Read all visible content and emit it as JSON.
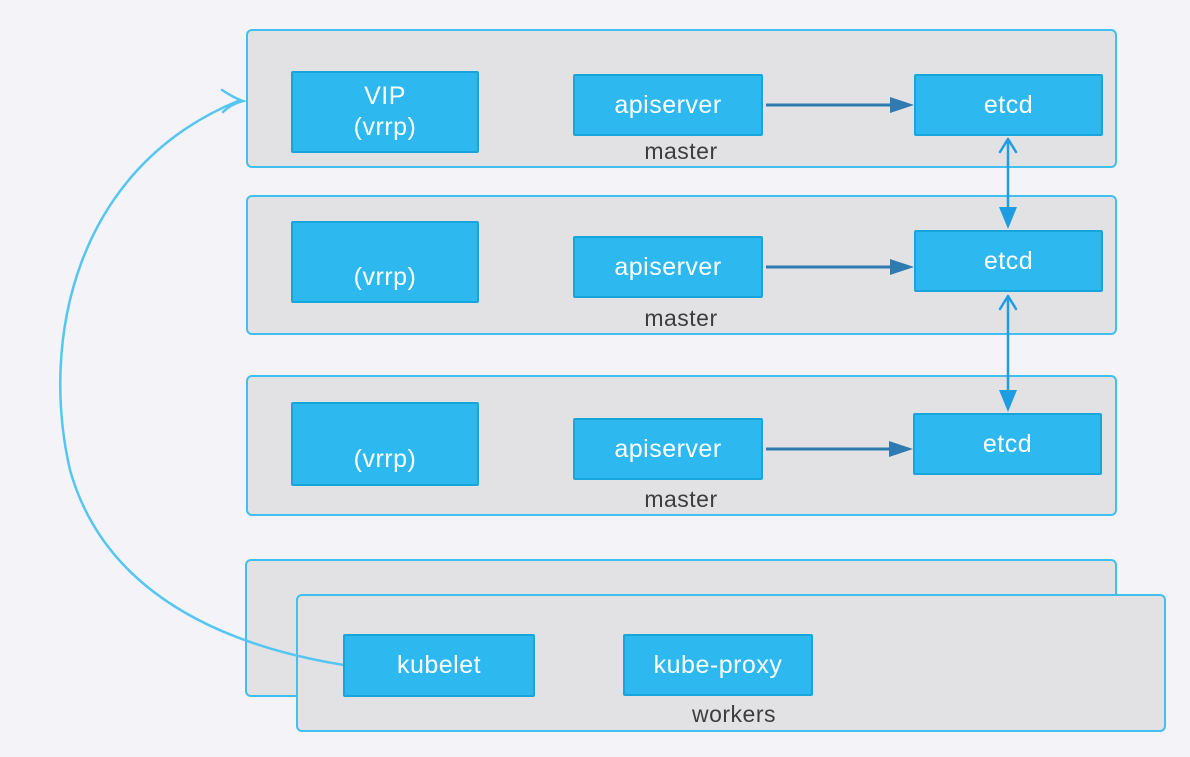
{
  "masters": [
    {
      "node_label": "master",
      "vip": {
        "line1": "VIP",
        "line2": "(vrrp)"
      },
      "apiserver": "apiserver",
      "etcd": "etcd"
    },
    {
      "node_label": "master",
      "vip": {
        "line1": "",
        "line2": "(vrrp)"
      },
      "apiserver": "apiserver",
      "etcd": "etcd"
    },
    {
      "node_label": "master",
      "vip": {
        "line1": "",
        "line2": "(vrrp)"
      },
      "apiserver": "apiserver",
      "etcd": "etcd"
    }
  ],
  "workers": {
    "node_label": "workers",
    "kubelet": "kubelet",
    "kube_proxy": "kube-proxy"
  },
  "colors": {
    "background": "#f3f3f8",
    "container_fill": "#e2e2e5",
    "container_border": "#41bff0",
    "box_fill": "#2db9f0",
    "box_border": "#17a5de",
    "box_text": "#ffffff",
    "label_text": "#3d3d3d",
    "arrow_api_etcd": "#2e7bb2",
    "arrow_etcd_sync": "#1f9de2",
    "arrow_kubelet_vip": "#55c6f2"
  }
}
